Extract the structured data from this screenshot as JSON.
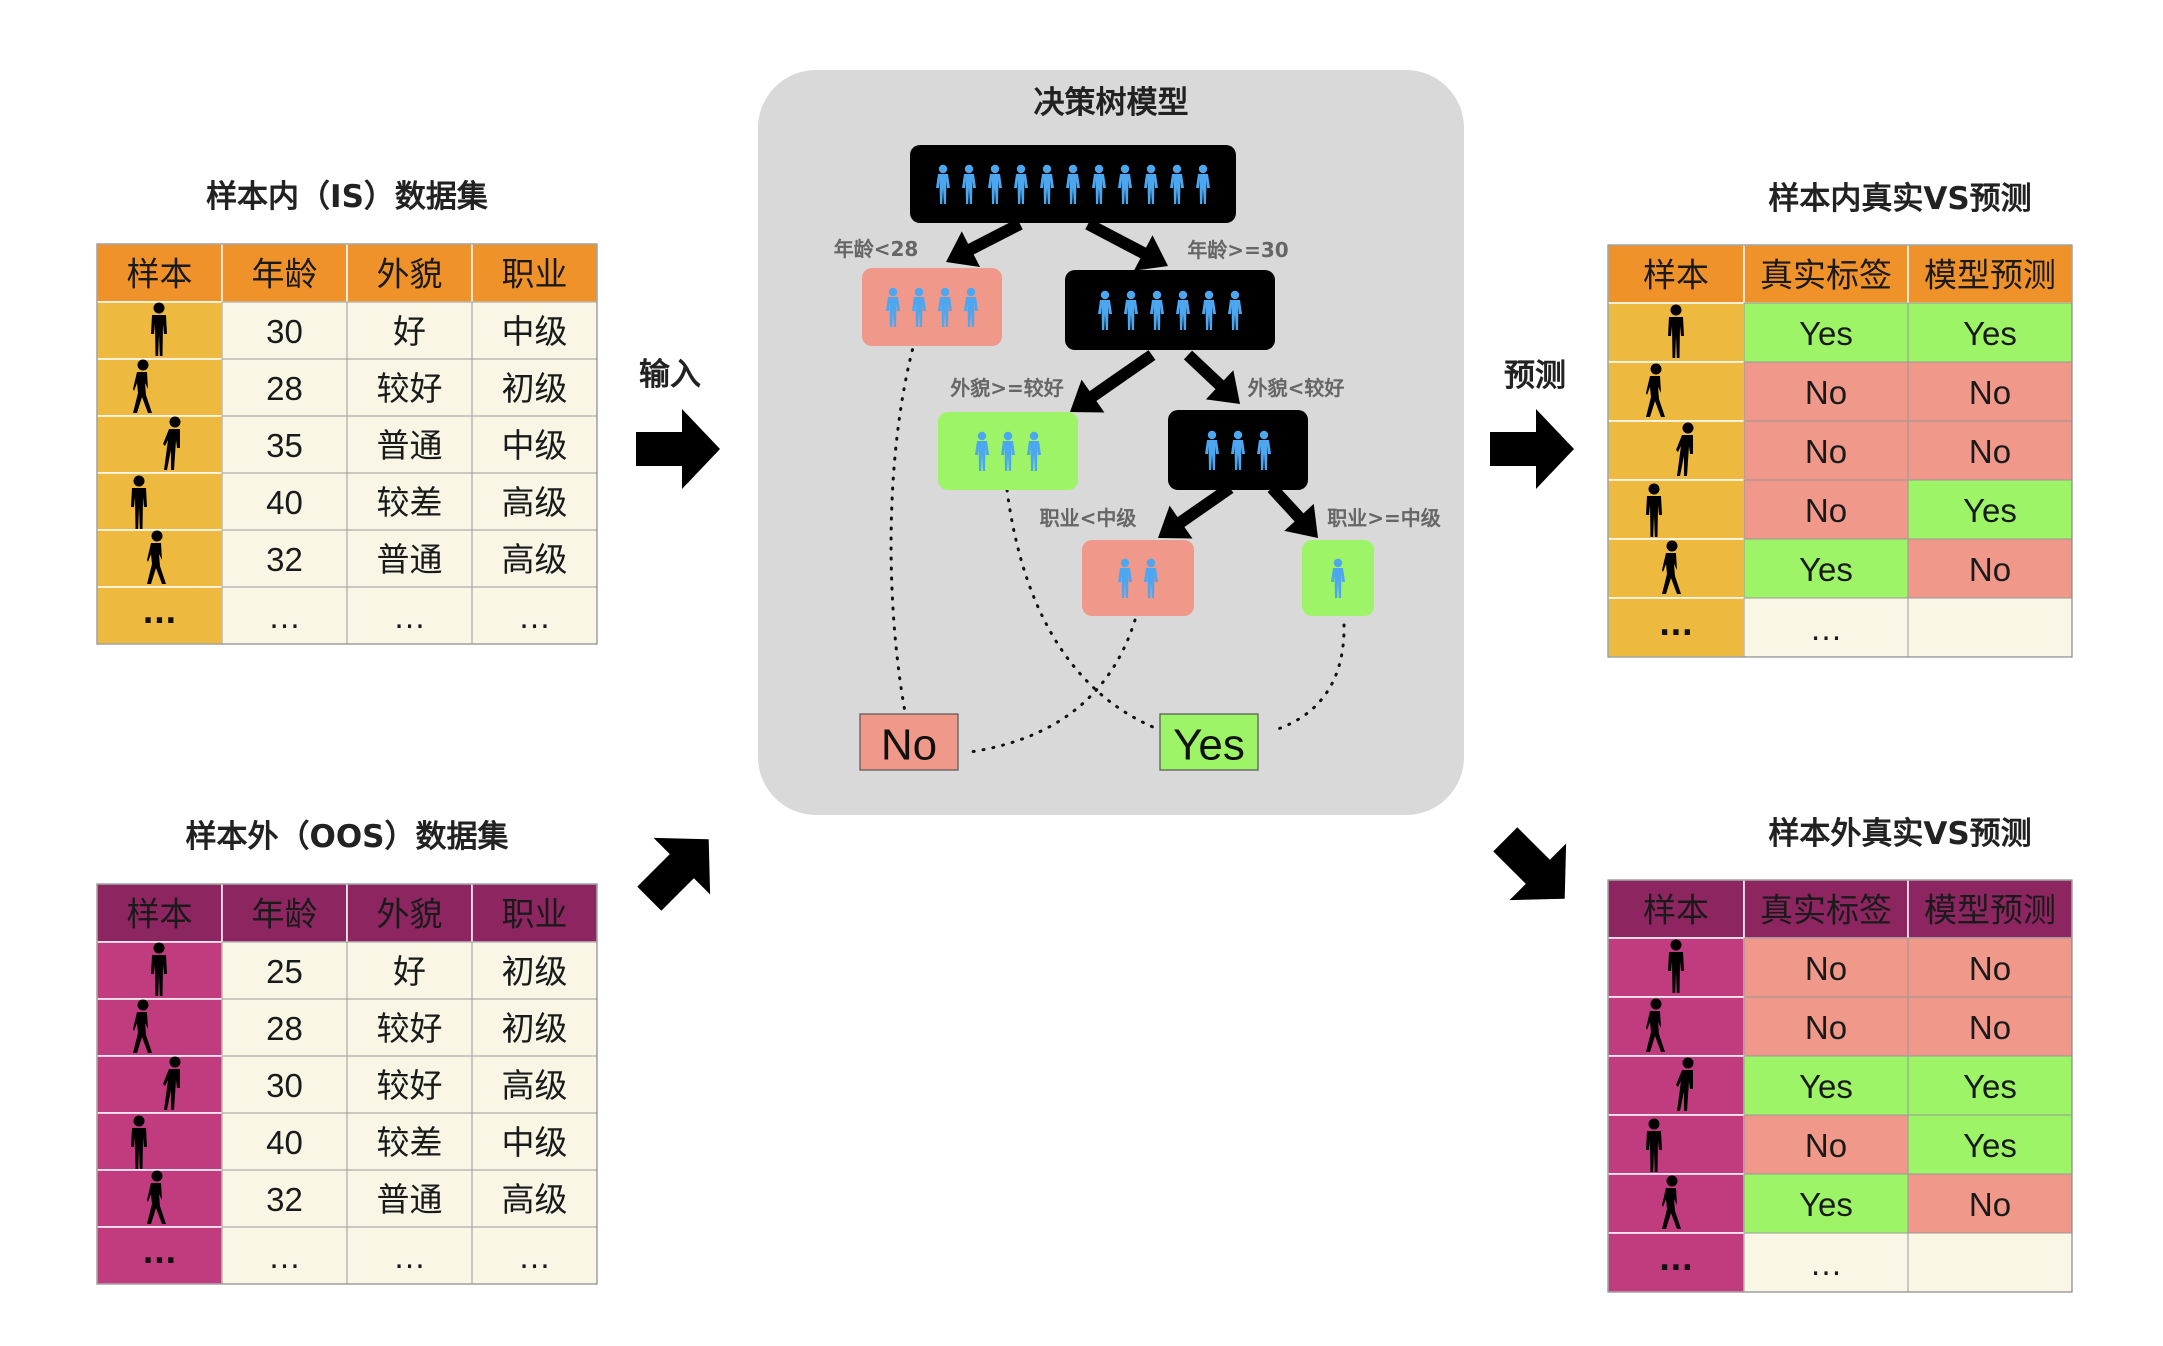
{
  "colors": {
    "is_accent": "#f0922a",
    "is_sample": "#eeb93f",
    "oos_accent": "#8c2560",
    "oos_sample": "#c03c7e",
    "cell_bg": "#faf6e6",
    "green": "#9cf466",
    "red": "#f0988a",
    "panel": "#d9d9d9",
    "person": "#4da6f0",
    "node_dark": "#000000"
  },
  "is_table": {
    "title": "样本内（IS）数据集",
    "headers": [
      "样本",
      "年龄",
      "外貌",
      "职业"
    ],
    "rows": [
      [
        "30",
        "好",
        "中级"
      ],
      [
        "28",
        "较好",
        "初级"
      ],
      [
        "35",
        "普通",
        "中级"
      ],
      [
        "40",
        "较差",
        "高级"
      ],
      [
        "32",
        "普通",
        "高级"
      ],
      [
        "…",
        "…",
        "…"
      ]
    ],
    "ellipsis": "..."
  },
  "oos_table": {
    "title": "样本外（OOS）数据集",
    "headers": [
      "样本",
      "年龄",
      "外貌",
      "职业"
    ],
    "rows": [
      [
        "25",
        "好",
        "初级"
      ],
      [
        "28",
        "较好",
        "初级"
      ],
      [
        "30",
        "较好",
        "高级"
      ],
      [
        "40",
        "较差",
        "中级"
      ],
      [
        "32",
        "普通",
        "高级"
      ],
      [
        "…",
        "…",
        "…"
      ]
    ],
    "ellipsis": "..."
  },
  "labels": {
    "input": "输入",
    "predict": "预测"
  },
  "tree": {
    "title": "决策树模型",
    "root_people": 11,
    "edges": {
      "age_lt": "年龄<28",
      "age_ge": "年龄>=30",
      "look_ge": "外貌>=较好",
      "look_lt": "外貌<较好",
      "job_lt": "职业<中级",
      "job_ge": "职业>=中级"
    },
    "leaf_no": "No",
    "leaf_yes": "Yes"
  },
  "is_result": {
    "title": "样本内真实VS预测",
    "headers": [
      "样本",
      "真实标签",
      "模型预测"
    ],
    "rows": [
      [
        "Yes",
        "Yes"
      ],
      [
        "No",
        "No"
      ],
      [
        "No",
        "No"
      ],
      [
        "No",
        "Yes"
      ],
      [
        "Yes",
        "No"
      ],
      [
        "…",
        ""
      ]
    ],
    "ellipsis": "..."
  },
  "oos_result": {
    "title": "样本外真实VS预测",
    "headers": [
      "样本",
      "真实标签",
      "模型预测"
    ],
    "rows": [
      [
        "No",
        "No"
      ],
      [
        "No",
        "No"
      ],
      [
        "Yes",
        "Yes"
      ],
      [
        "No",
        "Yes"
      ],
      [
        "Yes",
        "No"
      ],
      [
        "…",
        ""
      ]
    ],
    "ellipsis": "..."
  }
}
